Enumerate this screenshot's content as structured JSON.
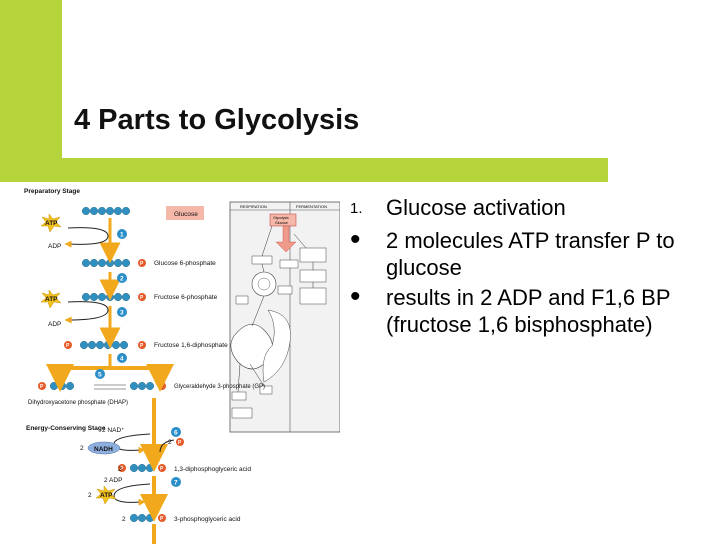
{
  "slide": {
    "title": "4 Parts to Glycolysis"
  },
  "bullets": [
    {
      "marker": "1.",
      "style": "number",
      "text": "Glucose activation"
    },
    {
      "marker": "•",
      "style": "dot",
      "text": "2 molecules ATP transfer P to glucose"
    },
    {
      "marker": "•",
      "style": "dot",
      "text": "results in 2 ADP and F1,6 BP (fructose 1,6 bisphosphate)"
    }
  ],
  "diagram": {
    "stage_labels": {
      "preparatory": "Preparatory Stage",
      "energy_conserving": "Energy-Conserving Stage"
    },
    "start_label": "Glucose",
    "molecules": {
      "glucose6p": "Glucose 6-phosphate",
      "fructose6p": "Fructose 6-phosphate",
      "fructose16dp": "Fructose 1,6-diphosphate",
      "gp": "Glyceraldehyde 3-phosphate (GP)",
      "dhap": "Dihydroxyacetone phosphate (DHAP)",
      "dpg13": "1,3-diphosphoglyceric acid",
      "pga3": "3-phosphoglyceric acid"
    },
    "cofactors": {
      "atp": "ATP",
      "adp": "ADP",
      "p": "P",
      "nad": "2 NAD⁺",
      "nadh": "NADH",
      "two": "2",
      "adp2": "2 ADP",
      "pi": "P"
    },
    "step_numbers": [
      "1",
      "2",
      "3",
      "4",
      "5",
      "6",
      "7"
    ],
    "inset": {
      "respiration": "RESPIRATION",
      "fermentation": "FERMENTATION",
      "glycolysis": "Glycolysis",
      "glucose": "Glucose"
    },
    "colors": {
      "bead": "#2f8fbf",
      "arrow": "#f2a81d",
      "step": "#2a8ec8",
      "phosphate": "#e45a28",
      "atp": "#f3c21f",
      "nadh": "#8fb0df",
      "glucose_box": "#f5b7a8"
    }
  }
}
